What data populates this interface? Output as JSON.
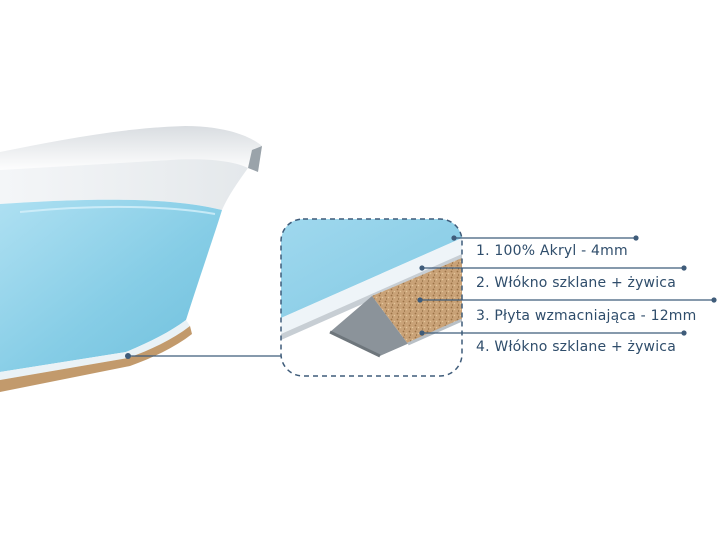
{
  "layers": [
    {
      "label": "1. 100% Akryl - 4mm"
    },
    {
      "label": "2. Włókno szklane + żywica"
    },
    {
      "label": "3. Płyta wzmacniająca - 12mm"
    },
    {
      "label": "4. Włókno szklane + żywica"
    }
  ],
  "colors": {
    "water": "#8fd2ea",
    "acrylic": "#eef4f8",
    "board": "#c9a277",
    "label_text": "#2f4d6b",
    "leader_line": "#3f5c7a"
  }
}
